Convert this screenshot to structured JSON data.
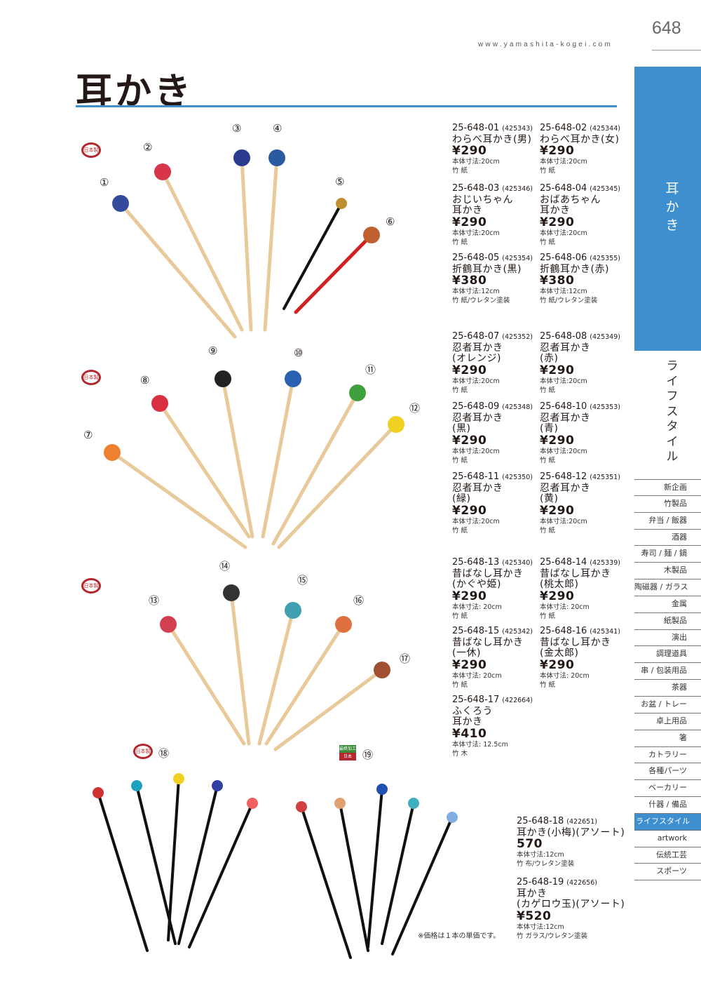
{
  "page_number": "648",
  "url": "www.yamashita-kogei.com",
  "title": "耳かき",
  "sidebar": {
    "section": "耳かき",
    "category": "ライフスタイル",
    "menu": [
      "新企画",
      "竹製品",
      "弁当 / 飯器",
      "酒器",
      "寿司 / 麺 / 鍋",
      "木製品",
      "陶磁器 / ガラス",
      "金属",
      "紙製品",
      "演出",
      "調理道具",
      "串 / 包装用品",
      "茶器",
      "お盆 / トレー",
      "卓上用品",
      "箸",
      "カトラリー",
      "各種パーツ",
      "ベーカリー",
      "什器 / 備品",
      "ライフスタイル",
      "artwork",
      "伝統工芸",
      "スポーツ"
    ],
    "active": "ライフスタイル"
  },
  "badges": {
    "made_in_japan": "日本製",
    "final_process_1": "最終加工",
    "final_process_2": "日本"
  },
  "numbers": [
    "①",
    "②",
    "③",
    "④",
    "⑤",
    "⑥",
    "⑦",
    "⑧",
    "⑨",
    "⑩",
    "⑪",
    "⑫",
    "⑬",
    "⑭",
    "⑮",
    "⑯",
    "⑰",
    "⑱",
    "⑲"
  ],
  "products": [
    {
      "code": "25-648-01",
      "jan": "(425343)",
      "name": "わらべ耳かき(男)",
      "price": "¥290",
      "size": "本体寸法:20cm",
      "material": "竹 紙"
    },
    {
      "code": "25-648-02",
      "jan": "(425344)",
      "name": "わらべ耳かき(女)",
      "price": "¥290",
      "size": "本体寸法:20cm",
      "material": "竹 紙"
    },
    {
      "code": "25-648-03",
      "jan": "(425346)",
      "name": "おじいちゃん\n耳かき",
      "price": "¥290",
      "size": "本体寸法:20cm",
      "material": "竹 紙"
    },
    {
      "code": "25-648-04",
      "jan": "(425345)",
      "name": "おばあちゃん\n耳かき",
      "price": "¥290",
      "size": "本体寸法:20cm",
      "material": "竹 紙"
    },
    {
      "code": "25-648-05",
      "jan": "(425354)",
      "name": "折鶴耳かき(黒)",
      "price": "¥380",
      "size": "本体寸法:12cm",
      "material": "竹 紙/ウレタン塗装"
    },
    {
      "code": "25-648-06",
      "jan": "(425355)",
      "name": "折鶴耳かき(赤)",
      "price": "¥380",
      "size": "本体寸法:12cm",
      "material": "竹 紙/ウレタン塗装"
    },
    {
      "code": "25-648-07",
      "jan": "(425352)",
      "name": "忍者耳かき\n(オレンジ)",
      "price": "¥290",
      "size": "本体寸法:20cm",
      "material": "竹 紙"
    },
    {
      "code": "25-648-08",
      "jan": "(425349)",
      "name": "忍者耳かき\n(赤)",
      "price": "¥290",
      "size": "本体寸法:20cm",
      "material": "竹 紙"
    },
    {
      "code": "25-648-09",
      "jan": "(425348)",
      "name": "忍者耳かき\n(黒)",
      "price": "¥290",
      "size": "本体寸法:20cm",
      "material": "竹 紙"
    },
    {
      "code": "25-648-10",
      "jan": "(425353)",
      "name": "忍者耳かき\n(青)",
      "price": "¥290",
      "size": "本体寸法:20cm",
      "material": "竹 紙"
    },
    {
      "code": "25-648-11",
      "jan": "(425350)",
      "name": "忍者耳かき\n(緑)",
      "price": "¥290",
      "size": "本体寸法:20cm",
      "material": "竹 紙"
    },
    {
      "code": "25-648-12",
      "jan": "(425351)",
      "name": "忍者耳かき\n(黄)",
      "price": "¥290",
      "size": "本体寸法:20cm",
      "material": "竹 紙"
    },
    {
      "code": "25-648-13",
      "jan": "(425340)",
      "name": "昔ばなし耳かき\n(かぐや姫)",
      "price": "¥290",
      "size": "本体寸法: 20cm",
      "material": "竹 紙"
    },
    {
      "code": "25-648-14",
      "jan": "(425339)",
      "name": "昔ばなし耳かき\n(桃太郎)",
      "price": "¥290",
      "size": "本体寸法: 20cm",
      "material": "竹 紙"
    },
    {
      "code": "25-648-15",
      "jan": "(425342)",
      "name": "昔ばなし耳かき\n(一休)",
      "price": "¥290",
      "size": "本体寸法: 20cm",
      "material": "竹 紙"
    },
    {
      "code": "25-648-16",
      "jan": "(425341)",
      "name": "昔ばなし耳かき\n(金太郎)",
      "price": "¥290",
      "size": "本体寸法: 20cm",
      "material": "竹 紙"
    },
    {
      "code": "25-648-17",
      "jan": "(422664)",
      "name": "ふくろう\n耳かき",
      "price": "¥410",
      "size": "本体寸法: 12.5cm",
      "material": "竹 木"
    },
    {
      "code": "25-648-18",
      "jan": "(422651)",
      "name": "耳かき(小梅)(アソート)",
      "price": "570",
      "size": "本体寸法:12cm",
      "material": "竹 布/ウレタン塗装"
    },
    {
      "code": "25-648-19",
      "jan": "(422656)",
      "name": "耳かき\n(カゲロウ玉)(アソート)",
      "price": "¥520",
      "size": "本体寸法:12cm",
      "material": "竹 ガラス/ウレタン塗装"
    }
  ],
  "note": "※価格は１本の単価です。",
  "colors": {
    "accent": "#3d8fd0",
    "badge_red": "#b3272d",
    "badge_green": "#3a8a3a"
  }
}
